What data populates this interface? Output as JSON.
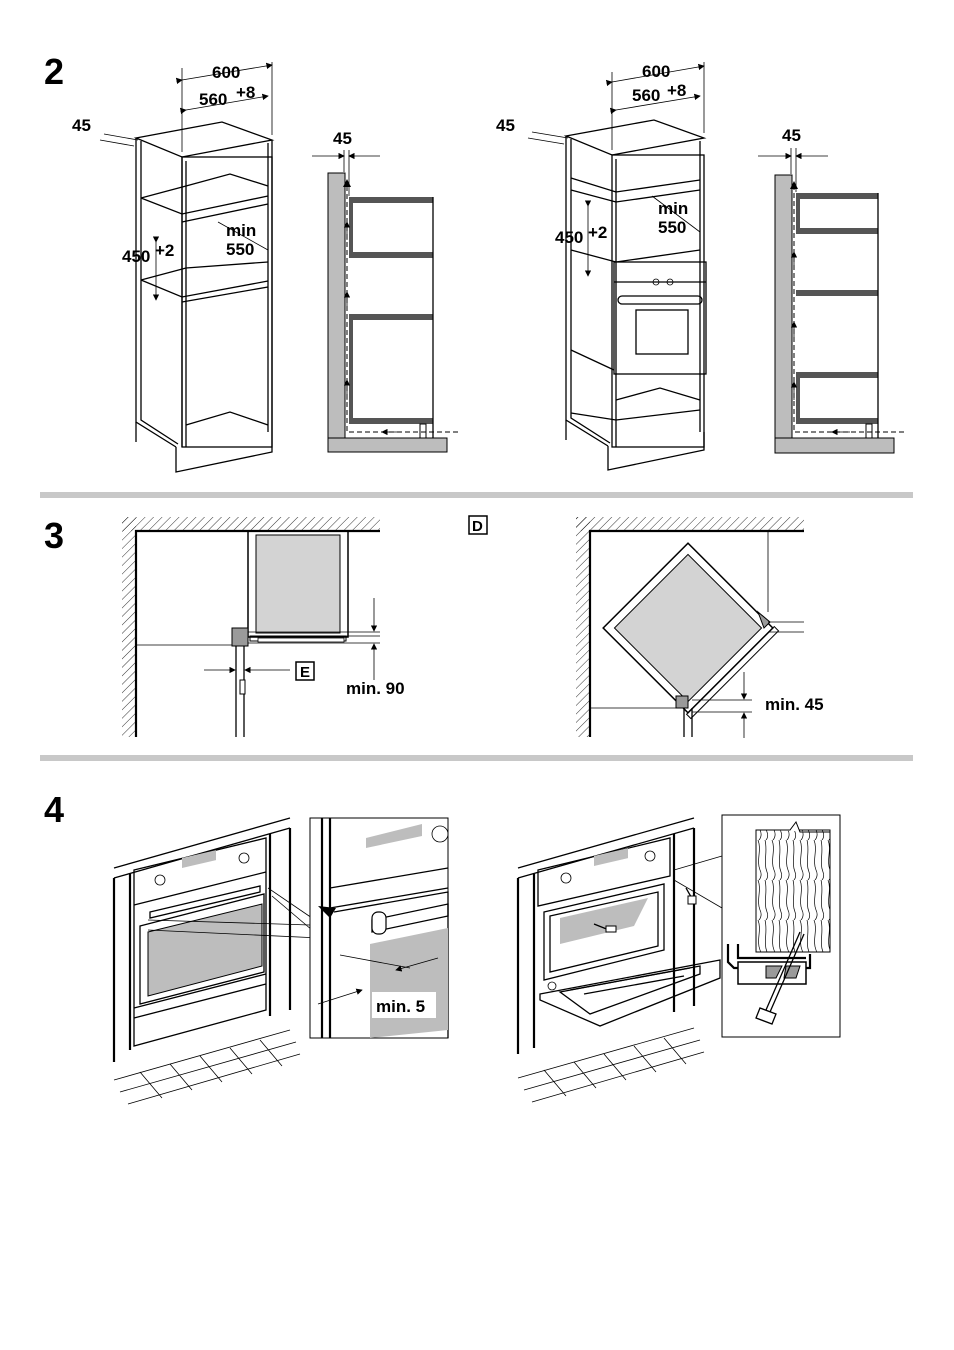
{
  "steps": [
    {
      "number": "2"
    },
    {
      "number": "3"
    },
    {
      "number": "4"
    }
  ],
  "step2": {
    "left_cabinet": {
      "width_outer": "600",
      "width_inner_base": "560",
      "width_inner_tol": "+8",
      "side_gap": "45",
      "height_base": "450",
      "height_tol": "+2",
      "min_label": "min",
      "min_value": "550"
    },
    "left_section": {
      "gap": "45"
    },
    "right_cabinet": {
      "width_outer": "600",
      "width_inner_base": "560",
      "width_inner_tol": "+8",
      "side_gap": "45",
      "height_base": "450",
      "height_tol": "+2",
      "min_label": "min",
      "min_value": "550"
    },
    "right_section": {
      "gap": "45"
    }
  },
  "step3": {
    "label_e": "E",
    "label_d": "D",
    "min_90": "min. 90",
    "min_45": "min. 45"
  },
  "step4": {
    "min_5": "min. 5"
  },
  "colors": {
    "divider": "#c8c8c8",
    "panel_gray": "#bdbdbd",
    "line": "#000000"
  }
}
